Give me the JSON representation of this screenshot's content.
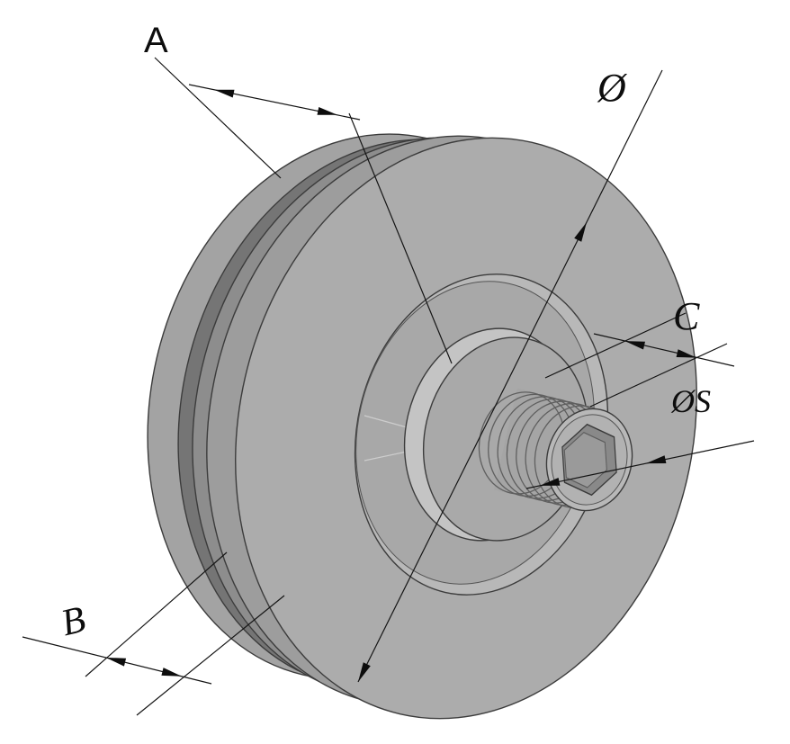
{
  "drawing": {
    "title": "Pulley isometric technical drawing",
    "labels": {
      "a": "A",
      "b": "B",
      "diameter": "Ø",
      "c": "C",
      "thread_diameter": "ØS"
    },
    "colors": {
      "background": "#ffffff",
      "body": "#acacac",
      "rim": "#9d9d9d",
      "groove": "#757575",
      "face_light": "#b8b8b8",
      "line": "#141414"
    }
  }
}
